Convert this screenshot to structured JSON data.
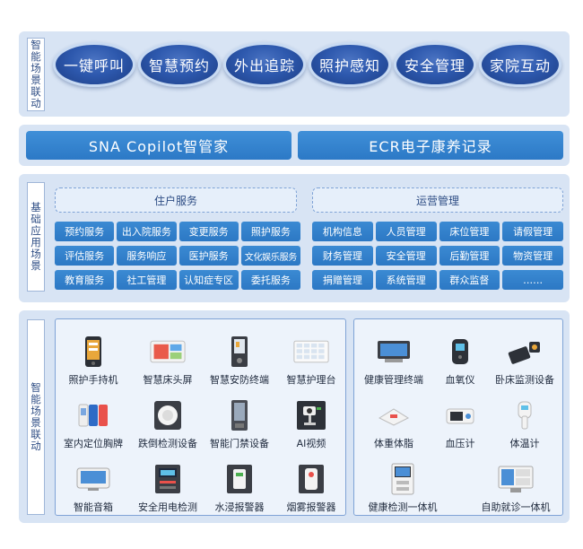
{
  "scene_linkage": {
    "label": [
      "智",
      "能",
      "场",
      "景",
      "联",
      "动"
    ],
    "items": [
      "一键呼叫",
      "智慧预约",
      "外出追踪",
      "照护感知",
      "安全管理",
      "家院互动"
    ]
  },
  "copilot": {
    "left": "SNA Copilot智管家",
    "right": "ECR电子康养记录"
  },
  "basic_apps": {
    "label": [
      "基",
      "础",
      "应",
      "用",
      "场",
      "景"
    ],
    "resident": {
      "title": "住户服务",
      "items": [
        "预约服务",
        "出入院服务",
        "变更服务",
        "照护服务",
        "评估服务",
        "服务响应",
        "医护服务",
        "文化娱乐服务",
        "教育服务",
        "社工管理",
        "认知症专区",
        "委托服务"
      ]
    },
    "operations": {
      "title": "运营管理",
      "items": [
        "机构信息",
        "人员管理",
        "床位管理",
        "请假管理",
        "财务管理",
        "安全管理",
        "后勤管理",
        "物资管理",
        "捐赠管理",
        "系统管理",
        "群众监督",
        "……"
      ]
    }
  },
  "devices": {
    "label": [
      "智",
      "能",
      "场",
      "景",
      "联",
      "动"
    ],
    "left": [
      "照护手持机",
      "智慧床头屏",
      "智慧安防终端",
      "智慧护理台",
      "室内定位胸牌",
      "跌倒检测设备",
      "智能门禁设备",
      "AI视频",
      "智能音箱",
      "安全用电检测",
      "水浸报警器",
      "烟雾报警器"
    ],
    "right": [
      "健康管理终端",
      "血氧仪",
      "卧床监测设备",
      "体重体脂",
      "血压计",
      "体温计",
      "健康检测一体机",
      "自助就诊一体机"
    ]
  }
}
